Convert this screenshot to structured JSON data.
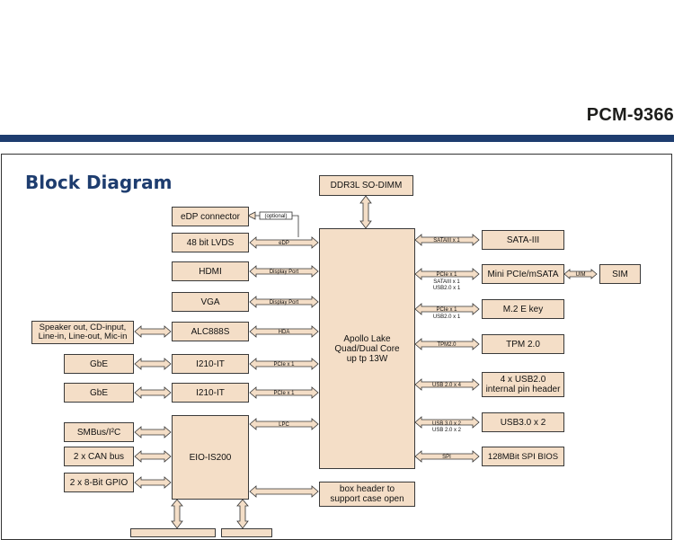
{
  "header": {
    "model": "PCM-9366",
    "title": "Block Diagram"
  },
  "blocks": {
    "ddr": "DDR3L SO-DIMM",
    "edp": "eDP connector",
    "lvds": "48 bit LVDS",
    "hdmi": "HDMI",
    "vga": "VGA",
    "audio_ports": "Speaker out, CD-input, Line-in, Line-out, Mic-in",
    "alc": "ALC888S",
    "gbe1": "GbE",
    "i210_1": "I210-IT",
    "gbe2": "GbE",
    "i210_2": "I210-IT",
    "smbus": "SMBus/I²C",
    "can": "2 x CAN bus",
    "gpio": "2 x 8-Bit GPIO",
    "eio": "EIO-IS200",
    "cpu": "Apollo Lake Quad/Dual Core up tp 13W",
    "box_header": "box header to support case open",
    "sata": "SATA-III",
    "minipcie": "Mini PCIe/mSATA",
    "sim": "SIM",
    "m2": "M.2 E key",
    "tpm": "TPM 2.0",
    "usb2": "4 x USB2.0 internal pin header",
    "usb3": "USB3.0 x 2",
    "bios": "128MBit SPI BIOS"
  },
  "links": {
    "optional": "(optional)",
    "edp": "eDP",
    "dp1": "Display Port",
    "dp2": "Display Port",
    "hda": "HDA",
    "pcie1": "PCIe x 1",
    "pcie2": "PCIe x 1",
    "lpc": "LPC",
    "sata": "SATAIII x 1",
    "mini1": "PCIe x 1",
    "mini2": "SATAIII x 1",
    "mini3": "USB2.0 x 1",
    "m2a": "PCIe x 1",
    "m2b": "USB2.0 x 1",
    "tpm": "TPM2.0",
    "usb2": "USB 2.0 x 4",
    "usb3a": "USB 3.0 x 2",
    "usb3b": "USB 2.0 x 2",
    "spi": "SPI",
    "uim": "UIM"
  }
}
